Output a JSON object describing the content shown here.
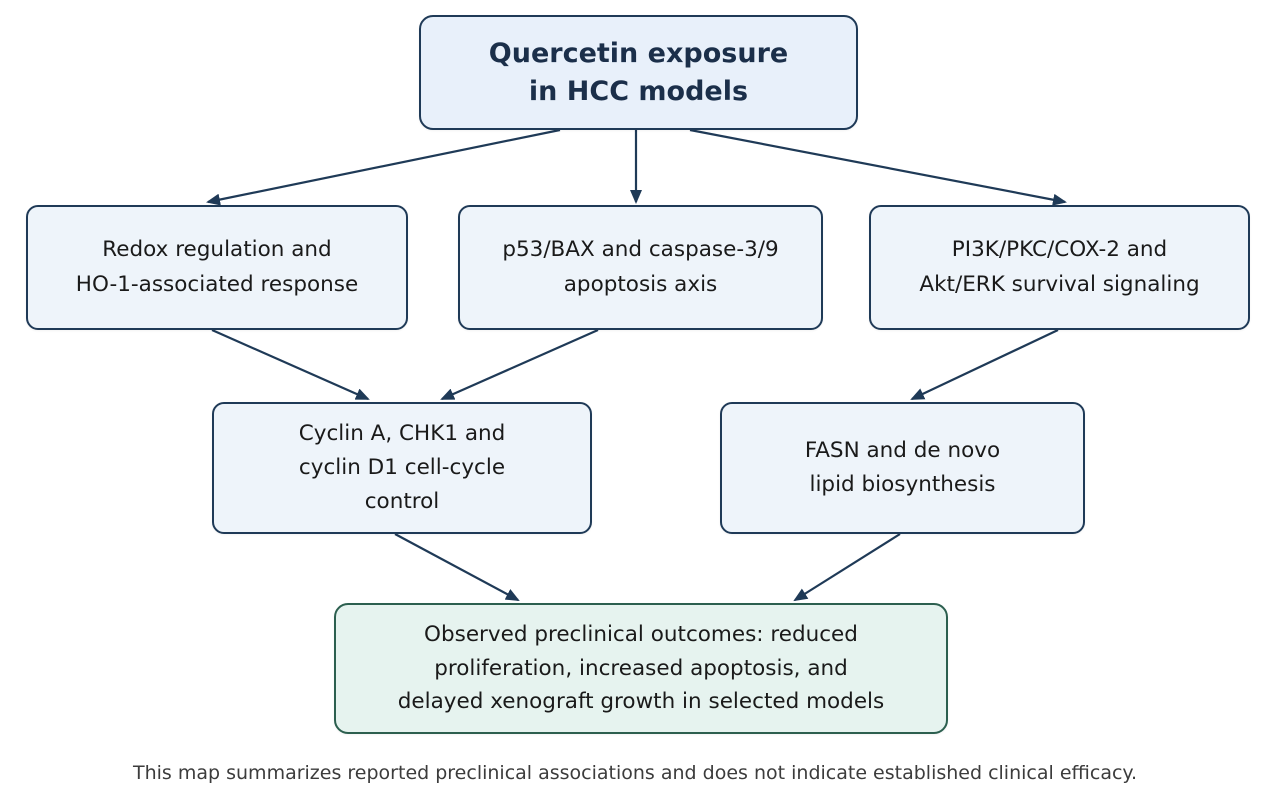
{
  "diagram": {
    "root": {
      "text": "Quercetin exposure\nin HCC models"
    },
    "mechanisms": [
      {
        "text": "Redox regulation and\nHO-1-associated response"
      },
      {
        "text": "p53/BAX and caspase-3/9\napoptosis axis"
      },
      {
        "text": "PI3K/PKC/COX-2 and\nAkt/ERK survival signaling"
      }
    ],
    "processes": [
      {
        "text": "Cyclin A, CHK1 and\ncyclin D1 cell-cycle\ncontrol"
      },
      {
        "text": "FASN and de novo\nlipid biosynthesis"
      }
    ],
    "outcome": {
      "text": "Observed preclinical outcomes: reduced\nproliferation, increased apoptosis, and\ndelayed xenograft growth in selected models"
    },
    "footnote": "This map summarizes reported preclinical associations and does not indicate established clinical efficacy."
  },
  "colors": {
    "border": "#1f3a57",
    "node_fill": "#eef4fa",
    "outcome_fill": "#e6f3ef",
    "outcome_border": "#2c5f4f",
    "arrow": "#1f3a57"
  }
}
